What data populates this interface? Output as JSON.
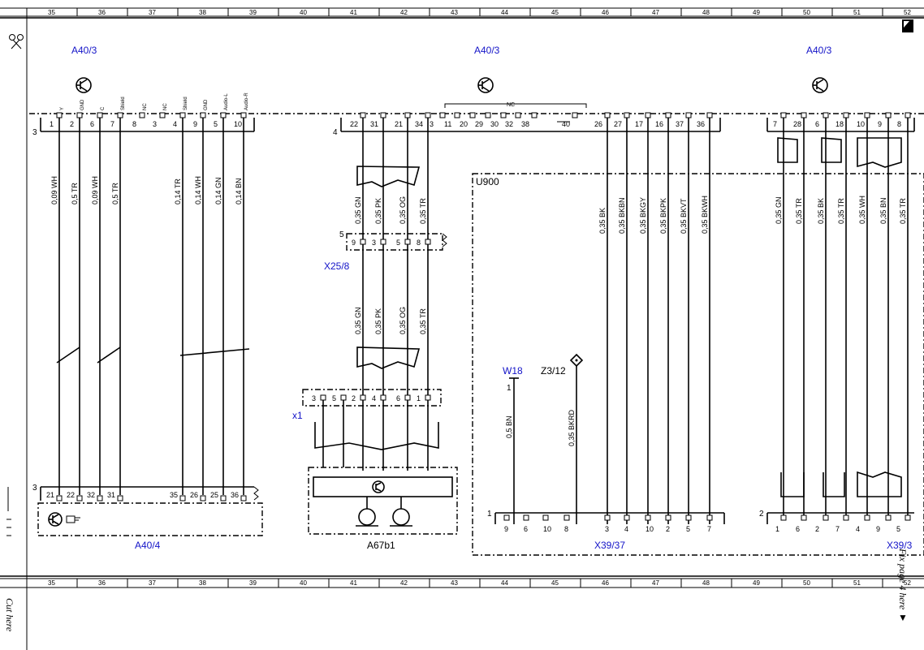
{
  "grid_numbers": [
    "35",
    "36",
    "37",
    "38",
    "39",
    "40",
    "41",
    "42",
    "43",
    "44",
    "45",
    "46",
    "47",
    "48",
    "49",
    "50",
    "51",
    "52"
  ],
  "components": {
    "a40_3_left": "A40/3",
    "a40_3_mid": "A40/3",
    "a40_3_right": "A40/3",
    "a40_4": "A40/4",
    "a67b1": "A67b1",
    "x25_8": "X25/8",
    "x1": "x1",
    "u900": "U900",
    "w18": "W18",
    "z3_12": "Z3/12",
    "x39_37": "X39/37",
    "x39_3": "X39/3"
  },
  "connectors": {
    "c3_top": "3",
    "c4_top": "4",
    "c5": "5",
    "c3_bot": "3",
    "c1_x39": "1",
    "c2_x39": "2",
    "w18_pin": "1"
  },
  "nc_label": "NC",
  "left_top_pins": [
    {
      "pin": "1",
      "sig": "Y"
    },
    {
      "pin": "2",
      "sig": "GND"
    },
    {
      "pin": "6",
      "sig": "C"
    },
    {
      "pin": "7",
      "sig": "Shield"
    },
    {
      "pin": "8",
      "sig": "NC"
    },
    {
      "pin": "3",
      "sig": "NC"
    },
    {
      "pin": "4",
      "sig": "Shield"
    },
    {
      "pin": "9",
      "sig": "GND"
    },
    {
      "pin": "5",
      "sig": "Audio-L"
    },
    {
      "pin": "10",
      "sig": "Audio-R"
    }
  ],
  "left_wires": [
    "0,09 WH",
    "0,5 TR",
    "0,09 WH",
    "0,5 TR",
    "0,14 TR",
    "0,14 WH",
    "0,14 GN",
    "0,14 BN"
  ],
  "left_bottom_pins": [
    "21",
    "22",
    "32",
    "31",
    "35",
    "26",
    "25",
    "36"
  ],
  "mid_top_pins": [
    "22",
    "31",
    "21",
    "34",
    "3",
    "11",
    "20",
    "29",
    "30",
    "32",
    "38",
    "40",
    "26",
    "27",
    "17",
    "16",
    "37",
    "36"
  ],
  "mid_wires_upper": [
    "0,35 GN",
    "0,35 PK",
    "0,35 OG",
    "0,35 TR"
  ],
  "x25_pins": [
    "9",
    "3",
    "5",
    "8"
  ],
  "mid_wires_lower": [
    "0,35 GN",
    "0,35 PK",
    "0,35 OG",
    "0,35 TR"
  ],
  "x1_pins": [
    "3",
    "5",
    "2",
    "4",
    "6",
    "1"
  ],
  "u900_wires": [
    "0,35 BK",
    "0,35 BKBN",
    "0,35 BKGY",
    "0,35 BKPK",
    "0,35 BKVT",
    "0,35 BKWH"
  ],
  "w18_wire": "0,5 BN",
  "z3_wire": "0,35 BKRD",
  "x39_37_pins": [
    "9",
    "6",
    "10",
    "8",
    "3",
    "4",
    "10",
    "2",
    "5",
    "7"
  ],
  "right_top_pins": [
    "7",
    "28",
    "6",
    "18",
    "10",
    "9",
    "8"
  ],
  "right_wires": [
    "0,35 GN",
    "0,35 TR",
    "0,35 BK",
    "0,35 TR",
    "0,35 WH",
    "0,35 BN",
    "0,35 TR"
  ],
  "x39_3_pins": [
    "1",
    "6",
    "2",
    "7",
    "4",
    "9",
    "5"
  ],
  "cut_here_left": "Cut here",
  "cut_here_right": "Fix page 4 here ▼"
}
